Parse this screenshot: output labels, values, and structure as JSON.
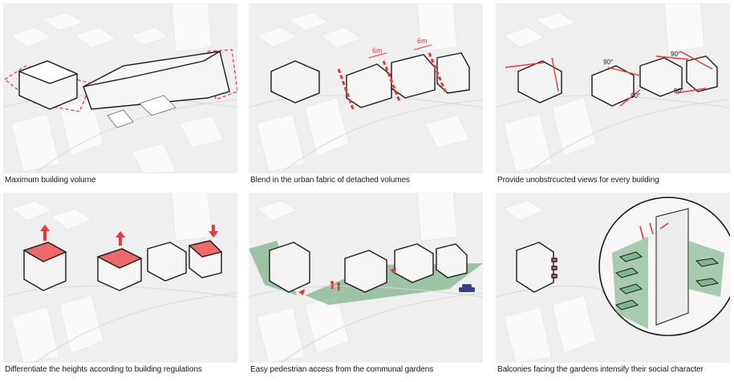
{
  "panels": [
    {
      "caption": "Maximum building volume"
    },
    {
      "caption": "Blend in the urban fabric of detached volumes",
      "labels": [
        "6m",
        "6m"
      ]
    },
    {
      "caption": "Provide unobstrcucted views for every building",
      "labels": [
        "90°",
        "90°",
        "90°",
        "90°"
      ]
    },
    {
      "caption": "Differentiate the heights according to building regulations"
    },
    {
      "caption": "Easy pedestrian access from the communal gardens"
    },
    {
      "caption": "Balconies facing the gardens intensify their social character"
    }
  ],
  "colors": {
    "accent": "#e8383c",
    "accent_fill": "#ee6a6a",
    "garden": "#5a9e6a",
    "car": "#3a3f8a",
    "line": "#1a1a1a",
    "ground": "#efefef",
    "block_top": "#f8f8f8",
    "block_side": "#d9d9d9"
  }
}
